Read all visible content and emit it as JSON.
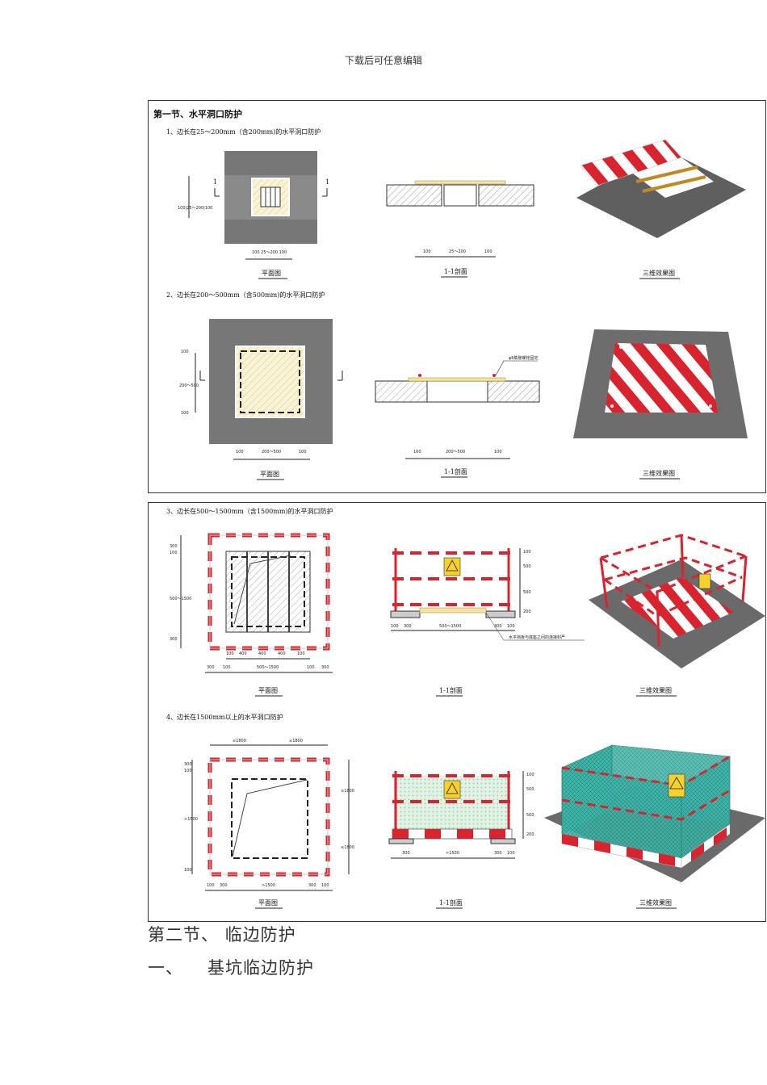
{
  "header_note": "下载后可任意编辑",
  "sheet1": {
    "heading": "第一节、水平洞口防护",
    "item1": "1、边长在25～200mm（含200mm)的水平洞口防护",
    "item2": "2、边长在200～500mm（含500mm)的水平洞口防护",
    "caption_plan": "平面图",
    "caption_section": "1-1剖面",
    "caption_3d": "三维效果图",
    "section_mark": "1",
    "dims1_plan": "100 25～200 100",
    "dims1_side": "100|25～200|100",
    "dims1_sec": [
      "100",
      "25～200",
      "100"
    ],
    "dims2_plan": [
      "100",
      "200～500",
      "100"
    ],
    "dims2_side": [
      "100",
      "200～500",
      "100"
    ],
    "dims2_sec": [
      "100",
      "200～500",
      "100"
    ],
    "bolt_note": "φ8膨胀螺栓固定"
  },
  "sheet2": {
    "item3": "3、边长在500～1500mm（含1500mm)的水平洞口防护",
    "item4": "4、边长在1500mm以上的水平洞口防护",
    "caption_plan": "平面图",
    "caption_section": "1-1剖面",
    "caption_3d": "三维效果图",
    "dims3_side": [
      "300",
      "100",
      "500～1500",
      "300"
    ],
    "dims3_inner": [
      "100",
      "400",
      "400",
      "400",
      "100"
    ],
    "dims3_bottom": [
      "300",
      "100",
      "500～1500",
      "100",
      "300"
    ],
    "dims3_sec_bottom": [
      "100",
      "300",
      "500～1500",
      "300",
      "100"
    ],
    "dims3_sec_right": [
      "100",
      "500",
      "500",
      "200"
    ],
    "note3": "水平挡板与底座之间的连接封严",
    "dims4_top": [
      "≤1800",
      "≤1800"
    ],
    "dims4_side": [
      "300",
      "100",
      ">1500",
      "100"
    ],
    "dims4_right": [
      "≤1800",
      "≤1800"
    ],
    "dims4_bottom": [
      "100",
      "300",
      ">1500",
      "300",
      "100"
    ],
    "dims4_sec_bottom": [
      "300",
      ">1500",
      "300",
      "100"
    ],
    "dims4_sec_right": [
      "100",
      "500",
      "500",
      "200"
    ]
  },
  "section_title": "第二节、 临边防护",
  "sub_title": {
    "number": "一、",
    "text": "基坑临边防护"
  },
  "colors": {
    "red": "#d9232e",
    "grey": "#6f6f6f",
    "mesh": "#3fb5a8"
  }
}
